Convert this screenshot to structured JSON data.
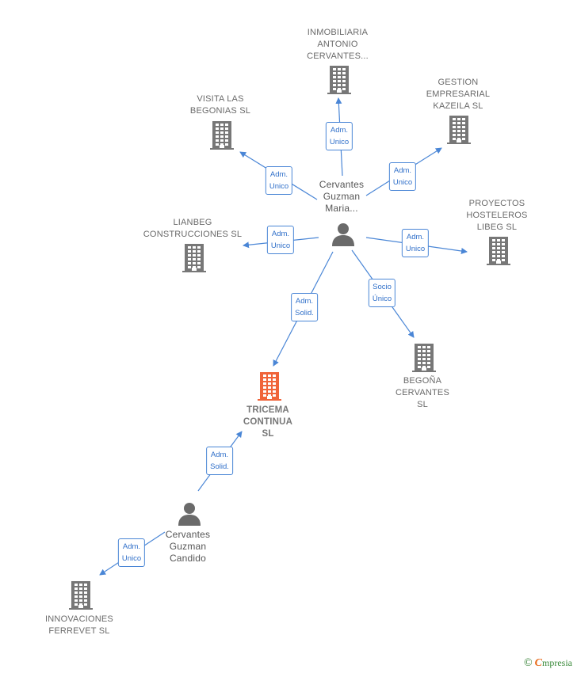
{
  "nodes": [
    {
      "id": "inmobiliaria",
      "type": "company",
      "label": [
        "INMOBILIARIA",
        "ANTONIO",
        "CERVANTES..."
      ]
    },
    {
      "id": "gestion",
      "type": "company",
      "label": [
        "GESTION",
        "EMPRESARIAL",
        "KAZEILA  SL"
      ]
    },
    {
      "id": "visita",
      "type": "company",
      "label": [
        "VISITA LAS",
        "BEGONIAS  SL"
      ]
    },
    {
      "id": "lianbeg",
      "type": "company",
      "label": [
        "LIANBEG",
        "CONSTRUCCIONES SL"
      ]
    },
    {
      "id": "proyectos",
      "type": "company",
      "label": [
        "PROYECTOS",
        "HOSTELEROS",
        "LIBEG  SL"
      ]
    },
    {
      "id": "begona",
      "type": "company",
      "label": [
        "BEGOÑA",
        "CERVANTES",
        "SL"
      ]
    },
    {
      "id": "tricema",
      "type": "company-focus",
      "label": [
        "TRICEMA",
        "CONTINUA",
        "SL"
      ]
    },
    {
      "id": "maria",
      "type": "person",
      "label": [
        "Cervantes",
        "Guzman",
        "Maria..."
      ]
    },
    {
      "id": "candido",
      "type": "person",
      "label": [
        "Cervantes",
        "Guzman",
        "Candido"
      ]
    },
    {
      "id": "innovaciones",
      "type": "company",
      "label": [
        "INNOVACIONES",
        "FERREVET  SL"
      ]
    }
  ],
  "edges": [
    {
      "from": "maria",
      "to": "inmobiliaria",
      "role": [
        "Adm.",
        "Unico"
      ]
    },
    {
      "from": "maria",
      "to": "gestion",
      "role": [
        "Adm.",
        "Unico"
      ]
    },
    {
      "from": "maria",
      "to": "visita",
      "role": [
        "Adm.",
        "Unico"
      ]
    },
    {
      "from": "maria",
      "to": "lianbeg",
      "role": [
        "Adm.",
        "Unico"
      ]
    },
    {
      "from": "maria",
      "to": "proyectos",
      "role": [
        "Adm.",
        "Unico"
      ]
    },
    {
      "from": "maria",
      "to": "begona",
      "role": [
        "Socio",
        "Único"
      ]
    },
    {
      "from": "maria",
      "to": "tricema",
      "role": [
        "Adm.",
        "Solid."
      ]
    },
    {
      "from": "candido",
      "to": "tricema",
      "role": [
        "Adm.",
        "Solid."
      ]
    },
    {
      "from": "candido",
      "to": "innovaciones",
      "role": [
        "Adm.",
        "Unico"
      ]
    }
  ],
  "colors": {
    "company": "#777777",
    "focus": "#f0643a",
    "person": "#6a6a6a",
    "edge": "#4a86d6",
    "role_text": "#2f6fc9"
  },
  "footer": {
    "copyright": "©",
    "brand_initial": "C",
    "brand_rest": "mpresia"
  }
}
